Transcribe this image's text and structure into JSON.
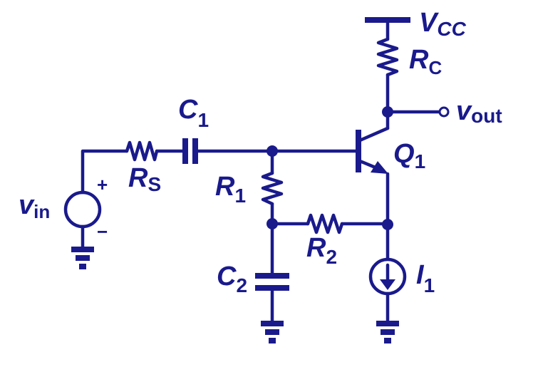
{
  "labels": {
    "vcc": {
      "main": "V",
      "sub": "CC"
    },
    "rc": {
      "main": "R",
      "sub": "C"
    },
    "vout": {
      "main": "v",
      "sub": "out"
    },
    "q1": {
      "main": "Q",
      "sub": "1"
    },
    "c1": {
      "main": "C",
      "sub": "1"
    },
    "rs": {
      "main": "R",
      "sub": "S"
    },
    "r1": {
      "main": "R",
      "sub": "1"
    },
    "r2": {
      "main": "R",
      "sub": "2"
    },
    "c2": {
      "main": "C",
      "sub": "2"
    },
    "i1": {
      "main": "I",
      "sub": "1"
    },
    "vin": {
      "main": "v",
      "sub": "in"
    },
    "plus": "+",
    "minus": "−"
  },
  "colors": {
    "ink": "#1a1a8c"
  }
}
